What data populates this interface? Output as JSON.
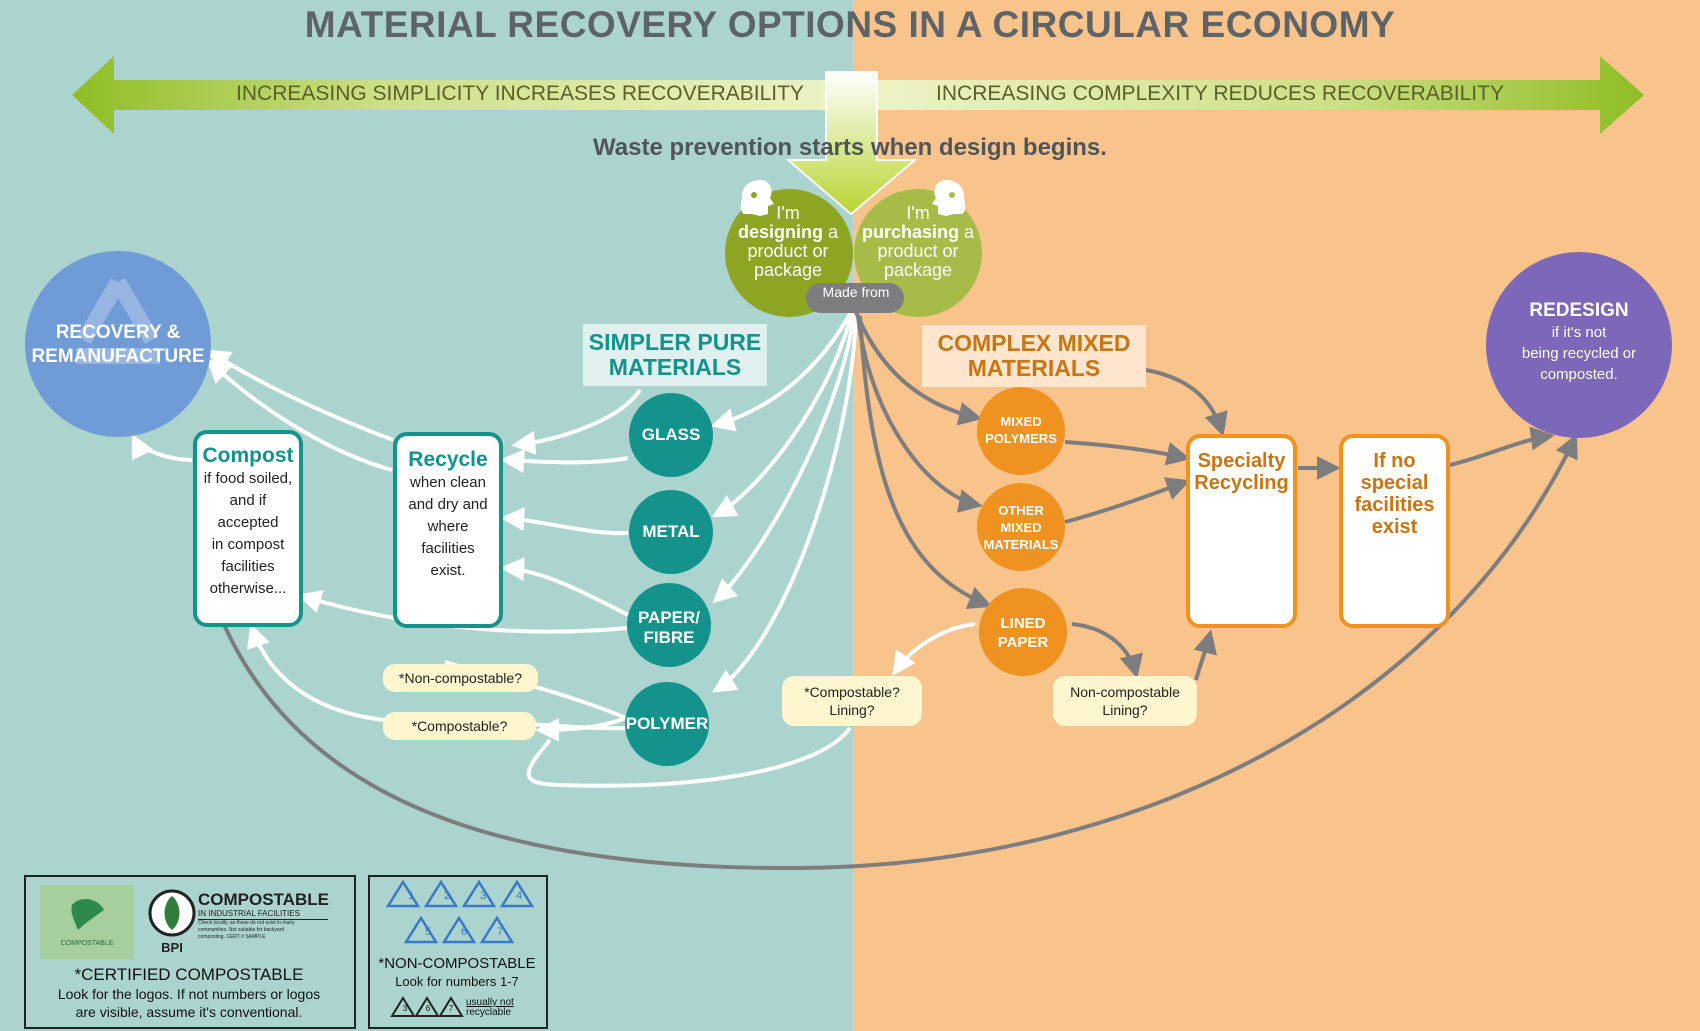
{
  "title": "MATERIAL RECOVERY OPTIONS IN A CIRCULAR ECONOMY",
  "arrow": {
    "left_text": "INCREASING SIMPLICITY INCREASES RECOVERABILITY",
    "right_text": "INCREASING COMPLEXITY REDUCES RECOVERABILITY"
  },
  "tagline": "Waste prevention starts when design begins.",
  "designer": {
    "line1": "I'm",
    "bold": "designing",
    "after": " a",
    "line3": "product or",
    "line4": "package"
  },
  "purchaser": {
    "line1": "I'm",
    "bold": "purchasing",
    "after": " a",
    "line3": "product or",
    "line4": "package"
  },
  "made_from": "Made from",
  "recovery": {
    "line1": "RECOVERY &",
    "line2": "REMANUFACTURE"
  },
  "redesign": {
    "title": "REDESIGN",
    "line1": "if it's not",
    "line2": "being recycled or",
    "line3": "composted."
  },
  "simple_header": {
    "line1": "SIMPLER PURE",
    "line2": "MATERIALS"
  },
  "complex_header": {
    "line1": "COMPLEX MIXED",
    "line2": "MATERIALS"
  },
  "compost": {
    "title": "Compost",
    "lines": [
      "if food soiled,",
      "and if",
      "accepted",
      "in compost",
      "facilities",
      "otherwise..."
    ]
  },
  "recycle": {
    "title": "Recycle",
    "lines": [
      "when clean",
      "and dry and",
      "where",
      "facilities",
      "exist."
    ]
  },
  "pure_materials": {
    "glass": "GLASS",
    "metal": "METAL",
    "paper_line1": "PAPER/",
    "paper_line2": "FIBRE",
    "polymer": "POLYMER"
  },
  "mixed_materials": {
    "mixed_line1": "MIXED",
    "mixed_line2": "POLYMERS",
    "other_line1": "OTHER",
    "other_line2": "MIXED",
    "other_line3": "MATERIALS",
    "lined_line1": "LINED",
    "lined_line2": "PAPER"
  },
  "specialty": {
    "line1": "Specialty",
    "line2": "Recycling"
  },
  "no_facilities": {
    "line1": "If no",
    "line2": "special",
    "line3": "facilities",
    "line4": "exist"
  },
  "notes": {
    "non_compostable_q": "*Non-compostable?",
    "compostable_q": "*Compostable?",
    "compostable_lining_1": "*Compostable?",
    "compostable_lining_2": "Lining?",
    "noncompostable_lining_1": "Non-compostable",
    "noncompostable_lining_2": "Lining?"
  },
  "legend_compostable": {
    "logo1_text": "COMPOSTABLE",
    "logo2_mark": "BPI",
    "logo2_title": "COMPOSTABLE",
    "logo2_sub": "IN INDUSTRIAL FACILITIES",
    "logo2_fine1": "Check locally, as these do not exist in many",
    "logo2_fine2": "communities. Not suitable for backyard",
    "logo2_fine3": "composting.",
    "logo2_cert": "CERT # SAMPLE",
    "heading": "*CERTIFIED COMPOSTABLE",
    "line1": "Look for the logos. If not numbers or logos",
    "line2": "are visible, assume it's conventional."
  },
  "legend_noncompostable": {
    "numbers_row1": [
      "1",
      "2",
      "3",
      "4"
    ],
    "numbers_row2": [
      "5",
      "6",
      "7"
    ],
    "numbers_row3": [
      "3",
      "6",
      "7"
    ],
    "heading": "*NON-COMPOSTABLE",
    "line1": "Look for numbers 1-7",
    "note1": "usually not",
    "note2": "recyclable"
  },
  "colors": {
    "left_bg": "#acd4cf",
    "right_bg": "#f9c48c",
    "teal": "#13938b",
    "orange": "#f0921f",
    "olive": "#9aae2c",
    "blue": "#6f9bd6",
    "purple": "#7c67b8",
    "grey_arrow": "#7d7d80"
  }
}
